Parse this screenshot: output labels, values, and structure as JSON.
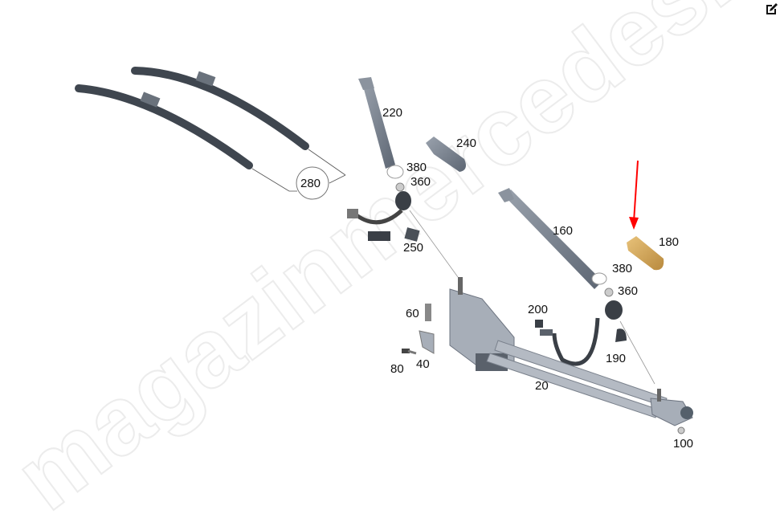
{
  "watermark": "magazinmercedes.ru",
  "edit_icon": "edit-icon",
  "highlight_color": "#ff0000",
  "highlighted_part": "180",
  "labels": {
    "p220": "220",
    "p240": "240",
    "p380a": "380",
    "p360a": "360",
    "p280": "280",
    "p250": "250",
    "p160": "160",
    "p180": "180",
    "p380b": "380",
    "p360b": "360",
    "p60": "60",
    "p200": "200",
    "p40": "40",
    "p80": "80",
    "p190": "190",
    "p20": "20",
    "p100": "100"
  }
}
